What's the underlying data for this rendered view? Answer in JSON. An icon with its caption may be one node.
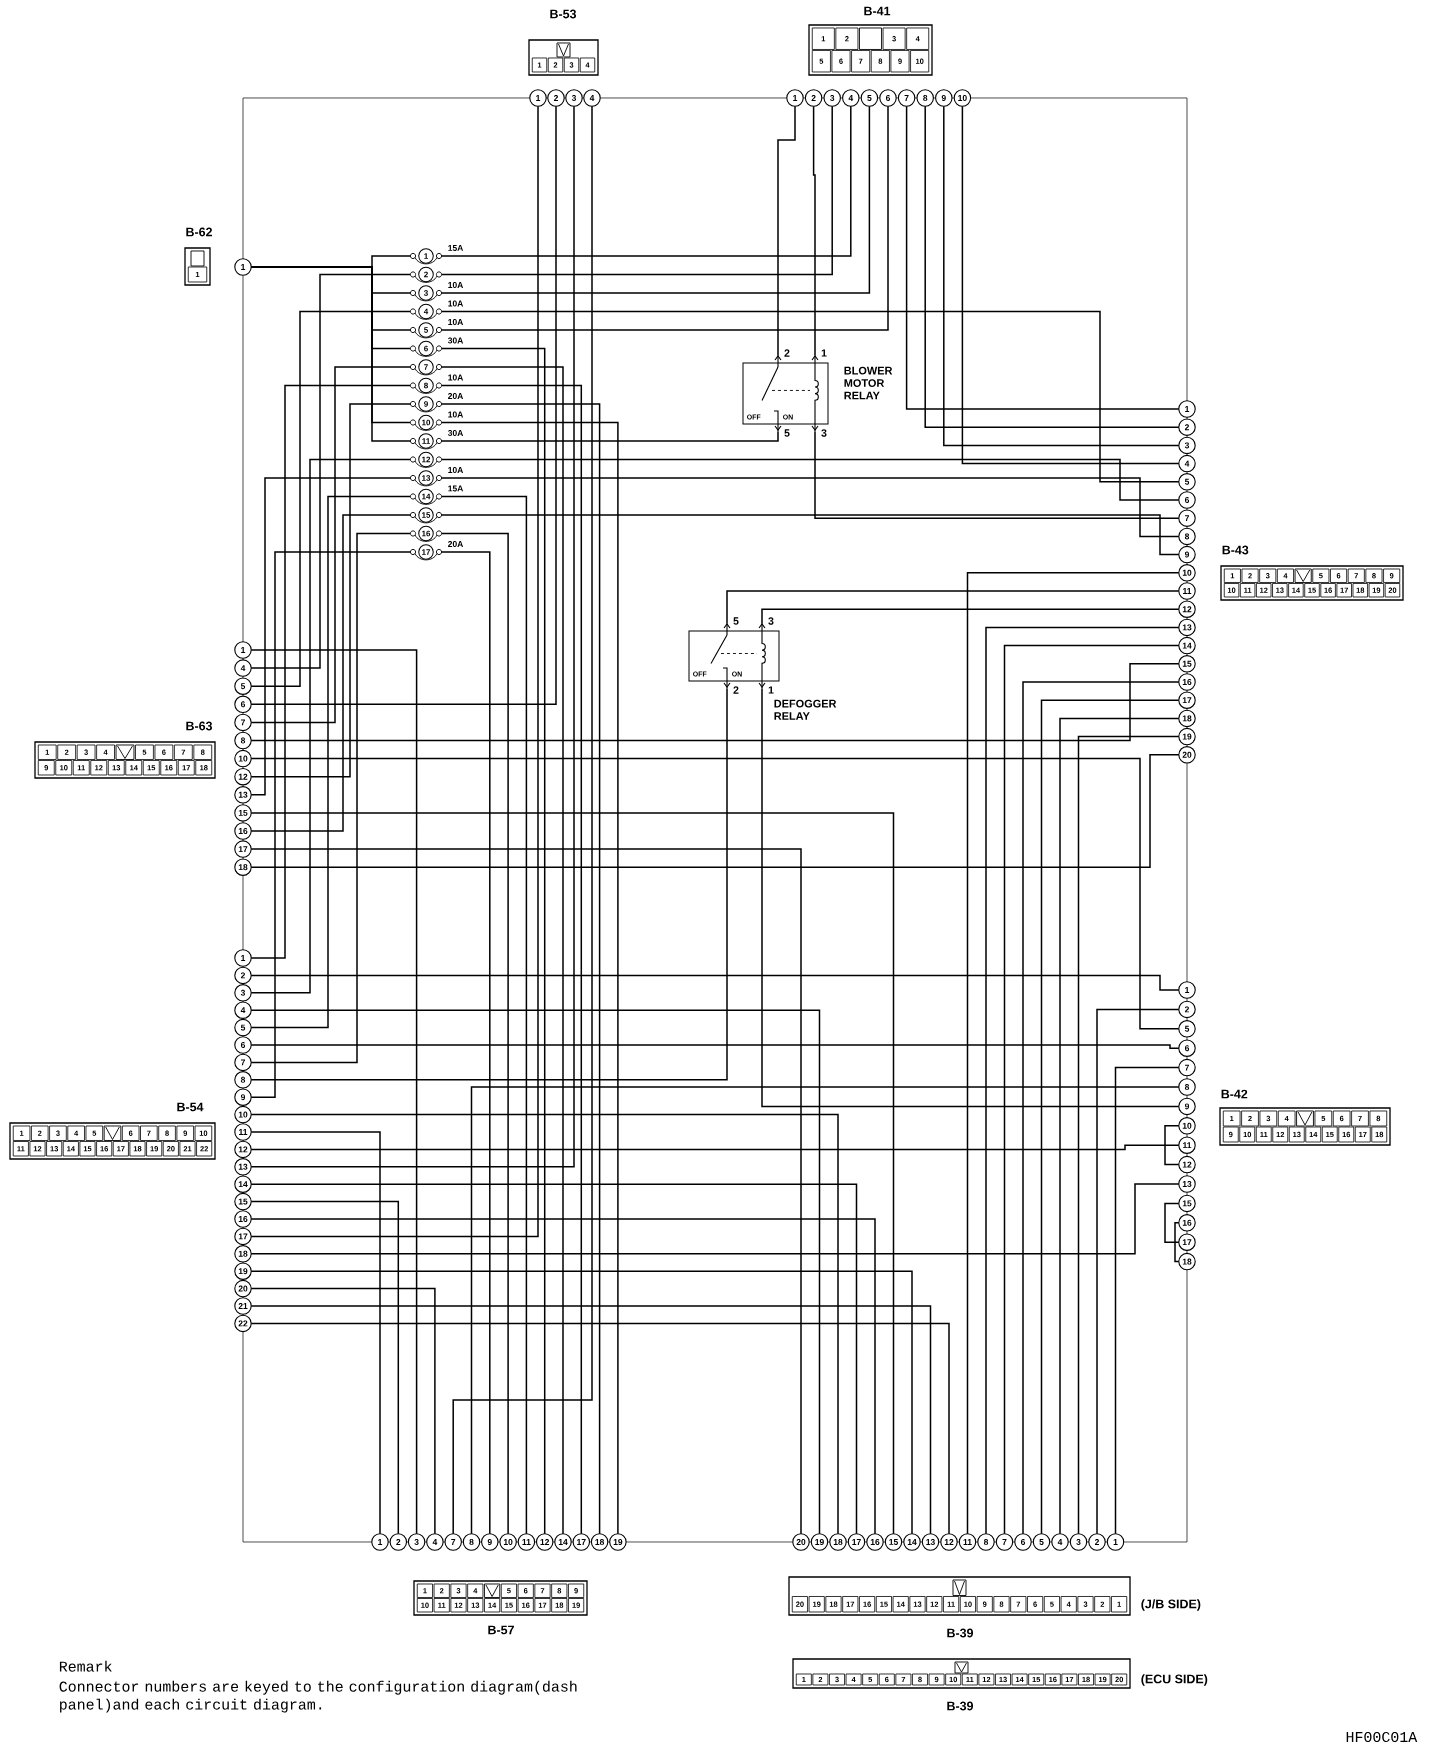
{
  "diagram": {
    "nodes": [
      {
        "text": [
          "B-53",
          "1",
          "2",
          "3",
          "4"
        ]
      },
      {
        "text": [
          "B-41",
          "1",
          "2",
          "3",
          "4",
          "5",
          "6",
          "7",
          "8",
          "9",
          "10"
        ]
      },
      {
        "text": [
          "B-62",
          "1"
        ]
      },
      {
        "text": [
          "B-63",
          "1",
          "2",
          "3",
          "4",
          "5",
          "6",
          "7",
          "8",
          "9",
          "10",
          "11",
          "12",
          "13",
          "14",
          "15",
          "16",
          "17",
          "18"
        ]
      },
      {
        "text": [
          "B-43",
          "1",
          "2",
          "3",
          "4",
          "5",
          "6",
          "7",
          "8",
          "9",
          "10",
          "11",
          "12",
          "13",
          "14",
          "15",
          "16",
          "17",
          "18",
          "19",
          "20"
        ]
      },
      {
        "text": [
          "B-54",
          "1",
          "2",
          "3",
          "4",
          "5",
          "6",
          "7",
          "8",
          "9",
          "10",
          "11",
          "12",
          "13",
          "14",
          "15",
          "16",
          "17",
          "18",
          "19",
          "20",
          "21",
          "22"
        ]
      },
      {
        "text": [
          "B-42",
          "1",
          "2",
          "3",
          "4",
          "5",
          "6",
          "7",
          "8",
          "9",
          "10",
          "11",
          "12",
          "13",
          "14",
          "15",
          "16",
          "17",
          "18"
        ]
      },
      {
        "text": [
          "B-57",
          "1",
          "2",
          "3",
          "4",
          "5",
          "6",
          "7",
          "8",
          "9",
          "10",
          "11",
          "12",
          "13",
          "14",
          "15",
          "16",
          "17",
          "18",
          "19"
        ]
      },
      {
        "text": [
          "B-39",
          "20",
          "19",
          "18",
          "17",
          "16",
          "15",
          "14",
          "13",
          "12",
          "11",
          "10",
          "9",
          "8",
          "7",
          "6",
          "5",
          "4",
          "3",
          "2",
          "1"
        ],
        "beside": [
          "(J/B SIDE)"
        ]
      },
      {
        "text": [
          "B-39",
          "1",
          "2",
          "3",
          "4",
          "5",
          "6",
          "7",
          "8",
          "9",
          "10",
          "11",
          "12",
          "13",
          "14",
          "15",
          "16",
          "17",
          "18",
          "19",
          "20"
        ],
        "beside": [
          "(ECU SIDE)"
        ]
      },
      {
        "text": [
          "BLOWER MOTOR RELAY",
          "2",
          "1",
          "OFF",
          "ON",
          "5",
          "3"
        ]
      },
      {
        "text": [
          "DEFOGGER RELAY",
          "5",
          "3",
          "OFF",
          "ON",
          "2",
          "1"
        ]
      },
      {
        "text": [
          "1",
          "2",
          "3",
          "4"
        ]
      },
      {
        "text": [
          "1",
          "2",
          "3",
          "4",
          "5",
          "6",
          "7",
          "8",
          "9",
          "10"
        ]
      },
      {
        "text": [
          "1"
        ]
      },
      {
        "text": [
          "1",
          "4",
          "5",
          "6",
          "7",
          "8",
          "10",
          "12",
          "13",
          "15",
          "16",
          "17",
          "18"
        ]
      },
      {
        "text": [
          "1",
          "2",
          "3",
          "4",
          "5",
          "6",
          "7",
          "8",
          "9",
          "10",
          "11",
          "12",
          "13",
          "14",
          "15",
          "16",
          "17",
          "18",
          "19",
          "20",
          "21",
          "22"
        ]
      },
      {
        "text": [
          "1",
          "2",
          "3",
          "4",
          "5",
          "6",
          "7",
          "8",
          "9",
          "10",
          "11",
          "12",
          "13",
          "14",
          "15",
          "16",
          "17",
          "18",
          "19",
          "20"
        ]
      },
      {
        "text": [
          "1",
          "2",
          "5",
          "6",
          "7",
          "8",
          "9",
          "10",
          "11",
          "12",
          "13",
          "15",
          "16",
          "17",
          "18"
        ]
      },
      {
        "text": [
          "1",
          "2",
          "3",
          "4",
          "7",
          "8",
          "9",
          "10",
          "11",
          "12",
          "14",
          "17",
          "18",
          "19"
        ]
      },
      {
        "text": [
          "20",
          "19",
          "18",
          "17",
          "16",
          "15",
          "14",
          "13",
          "12",
          "11",
          "8",
          "7",
          "6",
          "5",
          "4",
          "3",
          "2",
          "1"
        ]
      },
      {
        "text": [
          "1",
          "15A"
        ]
      },
      {
        "text": [
          "2"
        ]
      },
      {
        "text": [
          "3",
          "10A"
        ]
      },
      {
        "text": [
          "4",
          "10A"
        ]
      },
      {
        "text": [
          "5",
          "10A"
        ]
      },
      {
        "text": [
          "6",
          "30A"
        ]
      },
      {
        "text": [
          "7"
        ]
      },
      {
        "text": [
          "8",
          "10A"
        ]
      },
      {
        "text": [
          "9",
          "20A"
        ]
      },
      {
        "text": [
          "10",
          "10A"
        ]
      },
      {
        "text": [
          "11",
          "30A"
        ]
      },
      {
        "text": [
          "12"
        ]
      },
      {
        "text": [
          "13",
          "10A"
        ]
      },
      {
        "text": [
          "14",
          "15A"
        ]
      },
      {
        "text": [
          "15"
        ]
      },
      {
        "text": [
          "16"
        ]
      },
      {
        "text": [
          "17",
          "20A"
        ]
      }
    ],
    "edges": [
      {
        "from": 12,
        "to": 16,
        "arrow": "none"
      },
      {
        "from": 12,
        "to": 15,
        "arrow": "none"
      },
      {
        "from": 12,
        "to": 16,
        "arrow": "none"
      },
      {
        "from": 12,
        "to": 19,
        "arrow": "none"
      },
      {
        "from": 13,
        "to": 10,
        "arrow": "none"
      },
      {
        "from": 13,
        "to": 10,
        "arrow": "none"
      },
      {
        "from": 13,
        "to": 22,
        "arrow": "none"
      },
      {
        "from": 13,
        "to": 21,
        "arrow": "none"
      },
      {
        "from": 13,
        "to": 23,
        "arrow": "none"
      },
      {
        "from": 13,
        "to": 25,
        "arrow": "none"
      },
      {
        "from": 13,
        "to": 17,
        "arrow": "none"
      },
      {
        "from": 13,
        "to": 17,
        "arrow": "none"
      },
      {
        "from": 13,
        "to": 17,
        "arrow": "none"
      },
      {
        "from": 13,
        "to": 17,
        "arrow": "none"
      },
      {
        "from": 24,
        "to": 17,
        "arrow": "none"
      },
      {
        "from": 26,
        "to": 19,
        "arrow": "none"
      },
      {
        "from": 27,
        "to": 19,
        "arrow": "none"
      },
      {
        "from": 28,
        "to": 19,
        "arrow": "none"
      },
      {
        "from": 29,
        "to": 19,
        "arrow": "none"
      },
      {
        "from": 30,
        "to": 19,
        "arrow": "none"
      },
      {
        "from": 31,
        "to": 10,
        "arrow": "none"
      },
      {
        "from": 32,
        "to": 17,
        "arrow": "none"
      },
      {
        "from": 33,
        "to": 17,
        "arrow": "none"
      },
      {
        "from": 34,
        "to": 19,
        "arrow": "none"
      },
      {
        "from": 35,
        "to": 17,
        "arrow": "none"
      },
      {
        "from": 36,
        "to": 19,
        "arrow": "none"
      },
      {
        "from": 37,
        "to": 19,
        "arrow": "none"
      },
      {
        "from": 21,
        "to": 14,
        "arrow": "none"
      },
      {
        "from": 23,
        "to": 14,
        "arrow": "none"
      },
      {
        "from": 25,
        "to": 14,
        "arrow": "none"
      },
      {
        "from": 26,
        "to": 14,
        "arrow": "none"
      },
      {
        "from": 30,
        "to": 14,
        "arrow": "none"
      },
      {
        "from": 31,
        "to": 14,
        "arrow": "none"
      },
      {
        "from": 22,
        "to": 15,
        "arrow": "none"
      },
      {
        "from": 24,
        "to": 15,
        "arrow": "none"
      },
      {
        "from": 27,
        "to": 15,
        "arrow": "none"
      },
      {
        "from": 28,
        "to": 16,
        "arrow": "none"
      },
      {
        "from": 29,
        "to": 15,
        "arrow": "none"
      },
      {
        "from": 32,
        "to": 16,
        "arrow": "none"
      },
      {
        "from": 33,
        "to": 15,
        "arrow": "none"
      },
      {
        "from": 34,
        "to": 16,
        "arrow": "none"
      },
      {
        "from": 35,
        "to": 15,
        "arrow": "none"
      },
      {
        "from": 36,
        "to": 16,
        "arrow": "none"
      },
      {
        "from": 37,
        "to": 16,
        "arrow": "none"
      },
      {
        "from": 11,
        "to": 17,
        "arrow": "none"
      },
      {
        "from": 11,
        "to": 17,
        "arrow": "none"
      },
      {
        "from": 11,
        "to": 16,
        "arrow": "none"
      },
      {
        "from": 11,
        "to": 18,
        "arrow": "none"
      },
      {
        "from": 10,
        "to": 17,
        "arrow": "none"
      },
      {
        "from": 15,
        "to": 19,
        "arrow": "none"
      },
      {
        "from": 15,
        "to": 17,
        "arrow": "none"
      },
      {
        "from": 15,
        "to": 18,
        "arrow": "none"
      },
      {
        "from": 15,
        "to": 20,
        "arrow": "none"
      },
      {
        "from": 15,
        "to": 20,
        "arrow": "none"
      },
      {
        "from": 15,
        "to": 17,
        "arrow": "none"
      },
      {
        "from": 16,
        "to": 18,
        "arrow": "none"
      },
      {
        "from": 16,
        "to": 20,
        "arrow": "none"
      },
      {
        "from": 16,
        "to": 18,
        "arrow": "none"
      },
      {
        "from": 16,
        "to": 20,
        "arrow": "none"
      },
      {
        "from": 16,
        "to": 19,
        "arrow": "none"
      },
      {
        "from": 16,
        "to": 18,
        "arrow": "none"
      },
      {
        "from": 16,
        "to": 20,
        "arrow": "none"
      },
      {
        "from": 16,
        "to": 19,
        "arrow": "none"
      },
      {
        "from": 16,
        "to": 20,
        "arrow": "none"
      },
      {
        "from": 16,
        "to": 18,
        "arrow": "none"
      },
      {
        "from": 16,
        "to": 20,
        "arrow": "none"
      },
      {
        "from": 16,
        "to": 19,
        "arrow": "none"
      },
      {
        "from": 16,
        "to": 20,
        "arrow": "none"
      },
      {
        "from": 16,
        "to": 20,
        "arrow": "none"
      },
      {
        "from": 17,
        "to": 20,
        "arrow": "none"
      },
      {
        "from": 17,
        "to": 20,
        "arrow": "none"
      },
      {
        "from": 17,
        "to": 20,
        "arrow": "none"
      },
      {
        "from": 17,
        "to": 20,
        "arrow": "none"
      },
      {
        "from": 17,
        "to": 20,
        "arrow": "none"
      },
      {
        "from": 17,
        "to": 20,
        "arrow": "none"
      },
      {
        "from": 17,
        "to": 20,
        "arrow": "none"
      },
      {
        "from": 18,
        "to": 20,
        "arrow": "none"
      },
      {
        "from": 18,
        "to": 20,
        "arrow": "none"
      },
      {
        "from": 18,
        "to": 19,
        "arrow": "none"
      },
      {
        "from": 18,
        "to": 18,
        "arrow": "none"
      },
      {
        "from": 18,
        "to": 18,
        "arrow": "none"
      },
      {
        "from": 18,
        "to": 18,
        "arrow": "none"
      }
    ],
    "labels": [
      "Remark",
      "Connector numbers are keyed to the configuration diagram(dash panel)and each circuit diagram.",
      "HF00C01A"
    ]
  }
}
